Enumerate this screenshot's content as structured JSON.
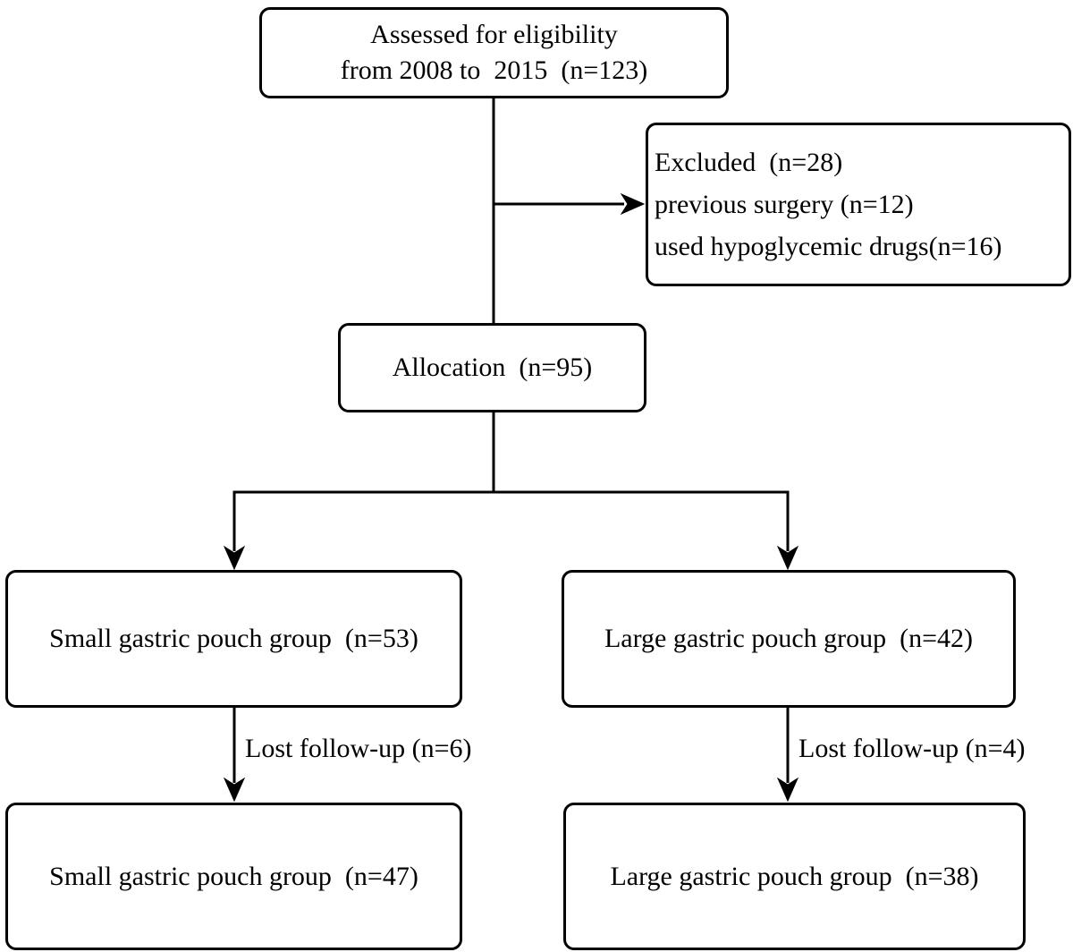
{
  "diagram": {
    "type": "flowchart",
    "colors": {
      "ink": "#000000",
      "background": "#ffffff"
    },
    "boxes": {
      "assessed": {
        "lines": [
          "Assessed for eligibility",
          "from 2008 to  2015  (n=123)"
        ]
      },
      "excluded": {
        "lines": [
          "Excluded  (n=28)",
          "previous surgery (n=12)",
          "used hypoglycemic drugs(n=16)"
        ]
      },
      "allocation": {
        "label": "Allocation  (n=95)"
      },
      "small_group": {
        "label": "Small gastric pouch group  (n=53)"
      },
      "large_group": {
        "label": "Large gastric pouch group  (n=42)"
      },
      "small_followed": {
        "label": "Small gastric pouch group  (n=47)"
      },
      "large_followed": {
        "label": "Large gastric pouch group  (n=38)"
      }
    },
    "arrow_labels": {
      "lost_left": "Lost follow-up (n=6)",
      "lost_right": "Lost follow-up (n=4)"
    }
  }
}
